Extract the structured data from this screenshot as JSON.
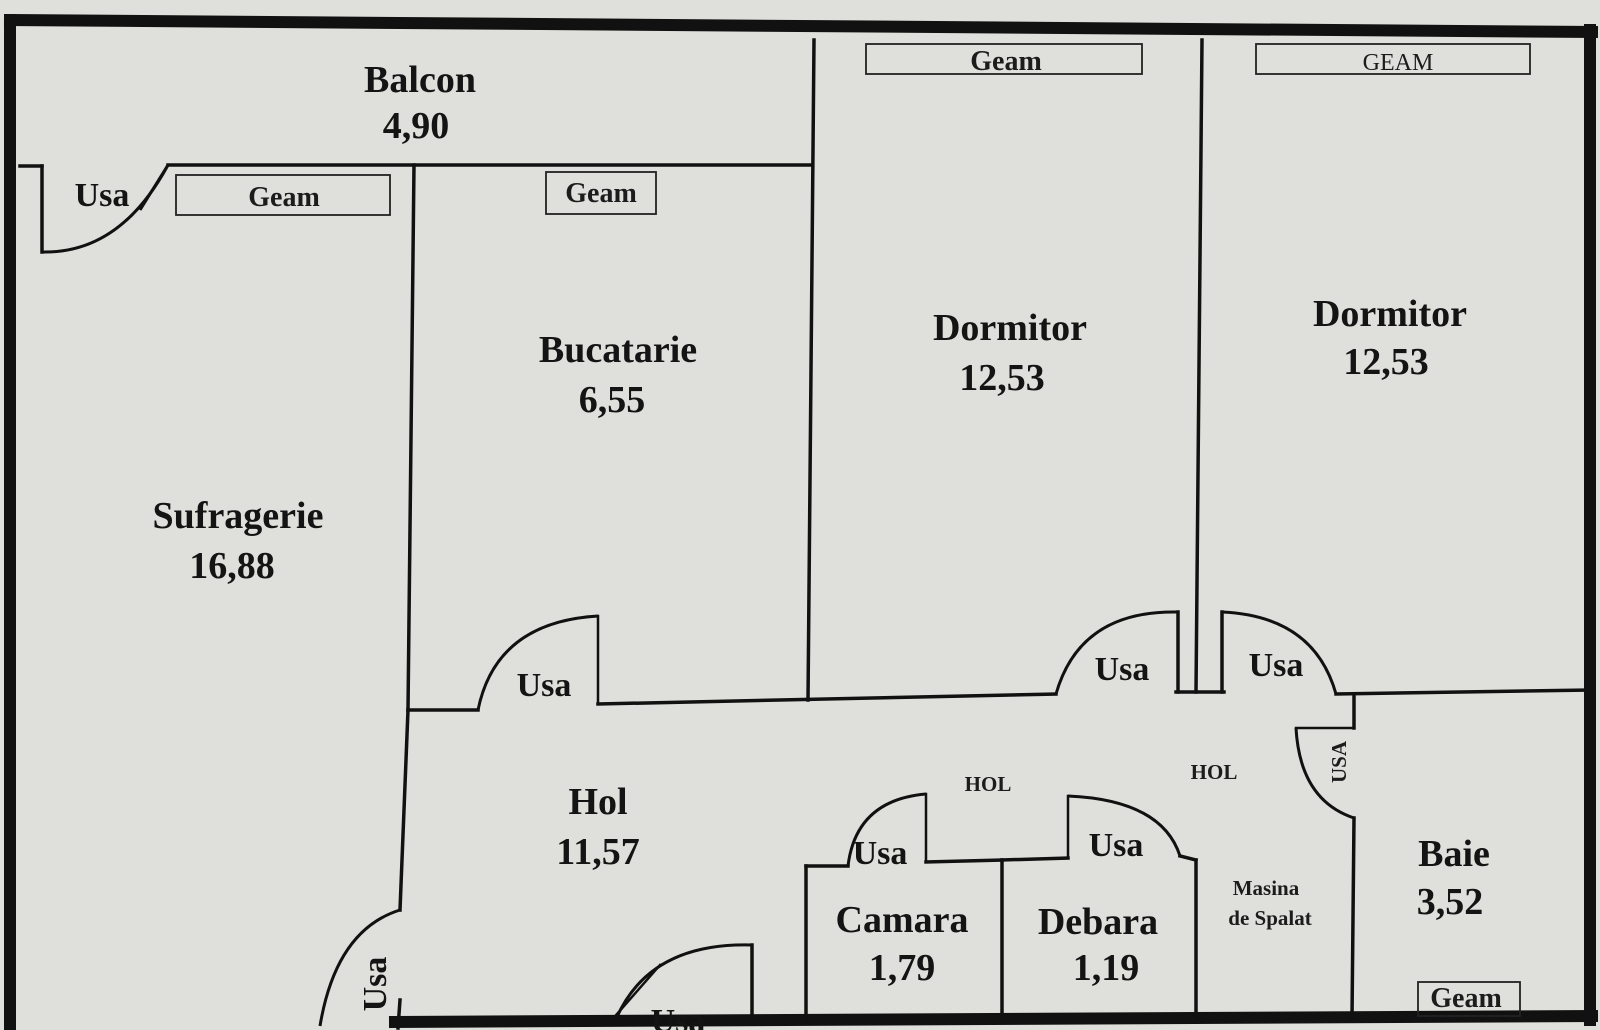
{
  "rooms": {
    "balcon": {
      "name": "Balcon",
      "area": "4,90"
    },
    "sufragerie": {
      "name": "Sufragerie",
      "area": "16,88"
    },
    "bucatarie": {
      "name": "Bucatarie",
      "area": "6,55"
    },
    "dormitor1": {
      "name": "Dormitor",
      "area": "12,53"
    },
    "dormitor2": {
      "name": "Dormitor",
      "area": "12,53"
    },
    "hol": {
      "name": "Hol",
      "area": "11,57"
    },
    "camara": {
      "name": "Camara",
      "area": "1,79"
    },
    "debara": {
      "name": "Debara",
      "area": "1,19"
    },
    "baie": {
      "name": "Baie",
      "area": "3,52"
    }
  },
  "hol_labels": [
    "HOL",
    "HOL"
  ],
  "masina": {
    "line1": "Masina",
    "line2": "de Spalat"
  },
  "doors": {
    "balcony": "Usa",
    "kitchen": "Usa",
    "bedroom1": "Usa",
    "bedroom2": "Usa",
    "bath": "USA",
    "camara": "Usa",
    "debara": "Usa",
    "living": "Usa",
    "entrance": "Usa"
  },
  "windows": {
    "living": "Geam",
    "kitchen": "Geam",
    "bedroom1": "Geam",
    "bedroom2": "GEAM",
    "bath": "Geam"
  }
}
